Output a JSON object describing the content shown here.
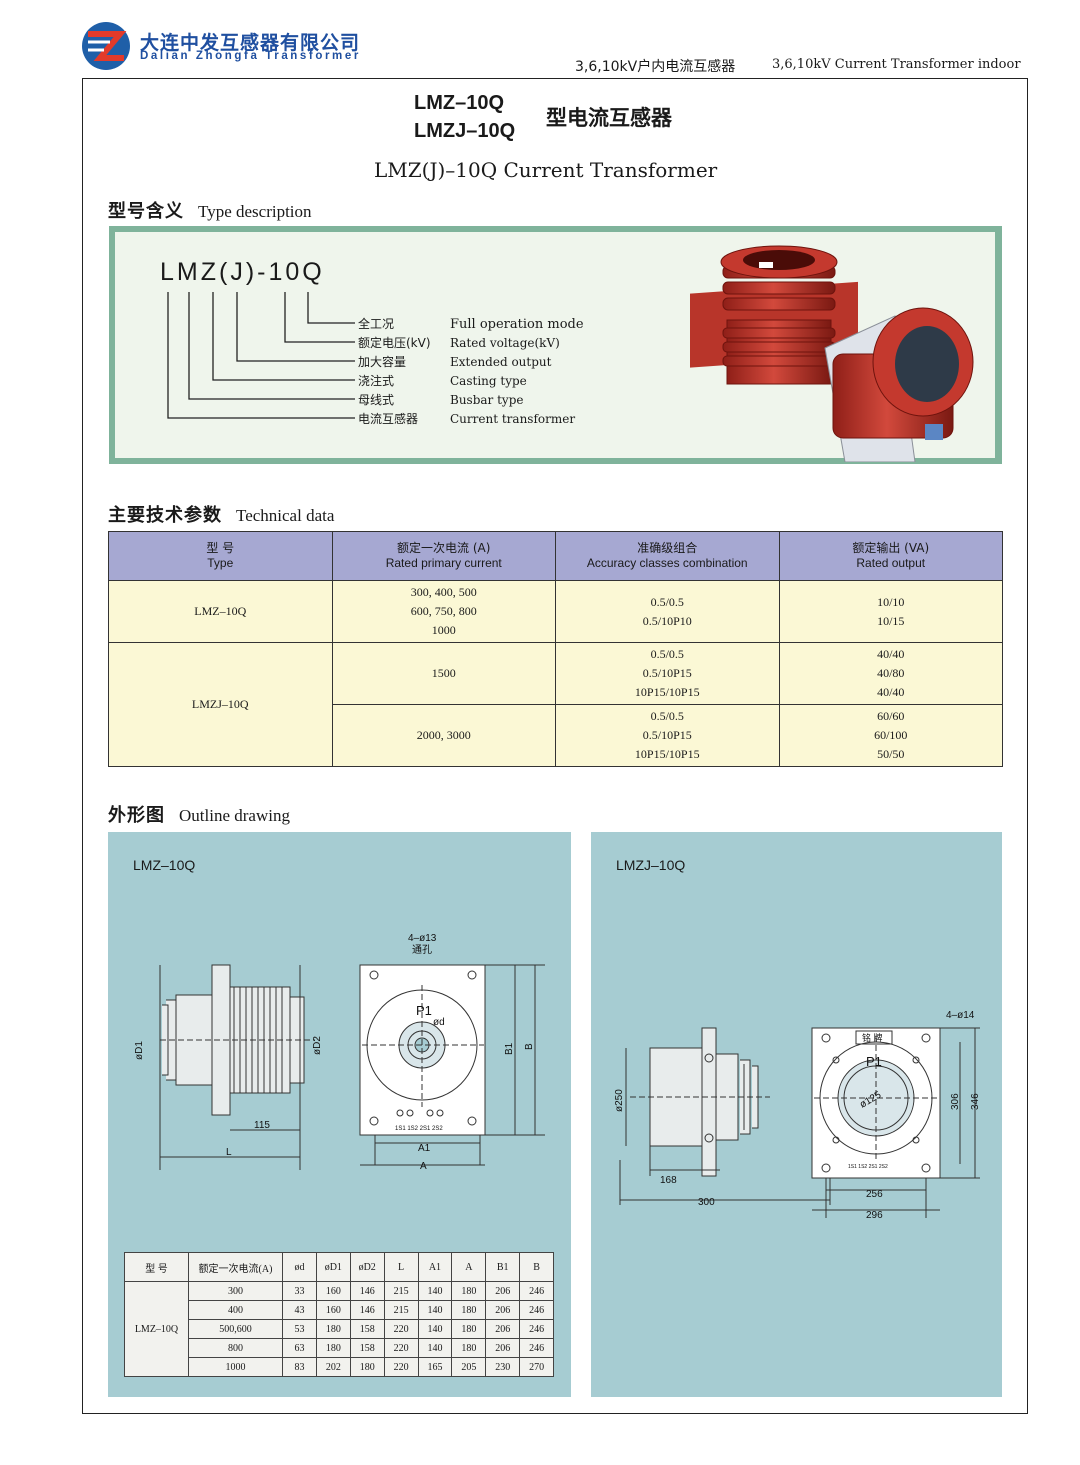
{
  "company": {
    "cn": "大连中发互感器有限公司",
    "en": "Dalian Zhongfa Transformer"
  },
  "header_right": {
    "cn": "3,6,10kV户内电流互感器",
    "en": "3,6,10kV Current Transformer indoor"
  },
  "title": {
    "model1": "LMZ–10Q",
    "model2": "LMZJ–10Q",
    "suffix": "型电流互感器",
    "en": "LMZ(J)–10Q Current Transformer"
  },
  "type_desc": {
    "heading_cn": "型号含义",
    "heading_en": "Type description",
    "code": "LMZ(J)-10Q",
    "items": [
      {
        "cn": "全工况",
        "en": "Full operation mode"
      },
      {
        "cn": "额定电压(kV)",
        "en": "Rated voltage(kV)"
      },
      {
        "cn": "加大容量",
        "en": "Extended output"
      },
      {
        "cn": "浇注式",
        "en": "Casting type"
      },
      {
        "cn": "母线式",
        "en": "Busbar type"
      },
      {
        "cn": "电流互感器",
        "en": "Current transformer"
      }
    ]
  },
  "tech": {
    "heading_cn": "主要技术参数",
    "heading_en": "Technical data",
    "headers": [
      {
        "cn": "型 号",
        "en": "Type"
      },
      {
        "cn": "额定一次电流 (A)",
        "en": "Rated primary current"
      },
      {
        "cn": "准确级组合",
        "en": "Accuracy classes combination"
      },
      {
        "cn": "额定输出 (VA)",
        "en": "Rated output"
      }
    ],
    "rows": [
      {
        "type": "LMZ–10Q",
        "current": [
          "300, 400, 500",
          "600, 750, 800",
          "1000"
        ],
        "accuracy": [
          "0.5/0.5",
          "0.5/10P10"
        ],
        "output": [
          "10/10",
          "10/15"
        ]
      },
      {
        "type": "LMZJ–10Q",
        "current": [
          "1500"
        ],
        "accuracy": [
          "0.5/0.5",
          "0.5/10P15",
          "10P15/10P15"
        ],
        "output": [
          "40/40",
          "40/80",
          "40/40"
        ]
      },
      {
        "type": "",
        "current": [
          "2000, 3000"
        ],
        "accuracy": [
          "0.5/0.5",
          "0.5/10P15",
          "10P15/10P15"
        ],
        "output": [
          "60/60",
          "60/100",
          "50/50"
        ]
      }
    ]
  },
  "outline": {
    "heading_cn": "外形图",
    "heading_en": "Outline drawing",
    "left_label": "LMZ–10Q",
    "right_label": "LMZJ–10Q",
    "left_dims": {
      "holes": "4–ø13",
      "holes_cn": "通孔",
      "p1": "P1",
      "d": "ød",
      "d1": "øD1",
      "d2": "øD2",
      "b1": "B1",
      "b": "B",
      "a1": "A1",
      "a": "A",
      "l": "L",
      "len": "115",
      "term": "1S1 1S2  2S1 2S2"
    },
    "right_dims": {
      "holes": "4–ø14",
      "plate": "铭 牌",
      "p1": "P1",
      "dia": "ø125",
      "d250": "ø250",
      "h306": "306",
      "h346": "346",
      "w256": "256",
      "w296": "296",
      "len168": "168",
      "len300": "300",
      "term": "1S1 1S2 2S1 2S2"
    },
    "dim_table": {
      "headers": [
        "型 号",
        "额定一次电流(A)",
        "ød",
        "øD1",
        "øD2",
        "L",
        "A1",
        "A",
        "B1",
        "B"
      ],
      "model": "LMZ–10Q",
      "rows": [
        [
          "300",
          "33",
          "160",
          "146",
          "215",
          "140",
          "180",
          "206",
          "246"
        ],
        [
          "400",
          "43",
          "160",
          "146",
          "215",
          "140",
          "180",
          "206",
          "246"
        ],
        [
          "500,600",
          "53",
          "180",
          "158",
          "220",
          "140",
          "180",
          "206",
          "246"
        ],
        [
          "800",
          "63",
          "180",
          "158",
          "220",
          "140",
          "180",
          "206",
          "246"
        ],
        [
          "1000",
          "83",
          "202",
          "180",
          "220",
          "165",
          "205",
          "230",
          "270"
        ]
      ]
    }
  }
}
